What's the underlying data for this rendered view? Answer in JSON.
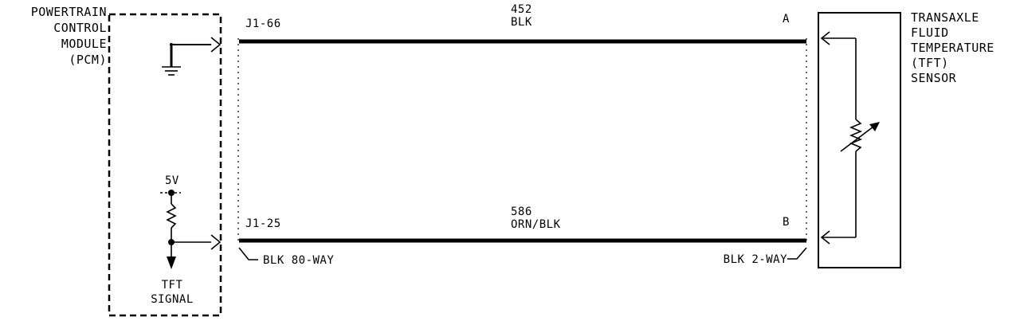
{
  "pcm": {
    "label_lines": [
      "POWERTRAIN",
      "CONTROL",
      "MODULE",
      "(PCM)"
    ],
    "voltage_label": "5V",
    "signal_label_lines": [
      "TFT",
      "SIGNAL"
    ]
  },
  "sensor": {
    "label_lines": [
      "TRANSAXLE",
      "FLUID",
      "TEMPERATURE",
      "(TFT)",
      "SENSOR"
    ]
  },
  "wires": [
    {
      "pcm_pin": "J1-66",
      "circuit": "452",
      "color": "BLK",
      "sensor_pin": "A"
    },
    {
      "pcm_pin": "J1-25",
      "circuit": "586",
      "color": "ORN/BLK",
      "sensor_pin": "B"
    }
  ],
  "connectors": {
    "pcm_connector": "BLK 80-WAY",
    "sensor_connector": "BLK 2-WAY"
  }
}
